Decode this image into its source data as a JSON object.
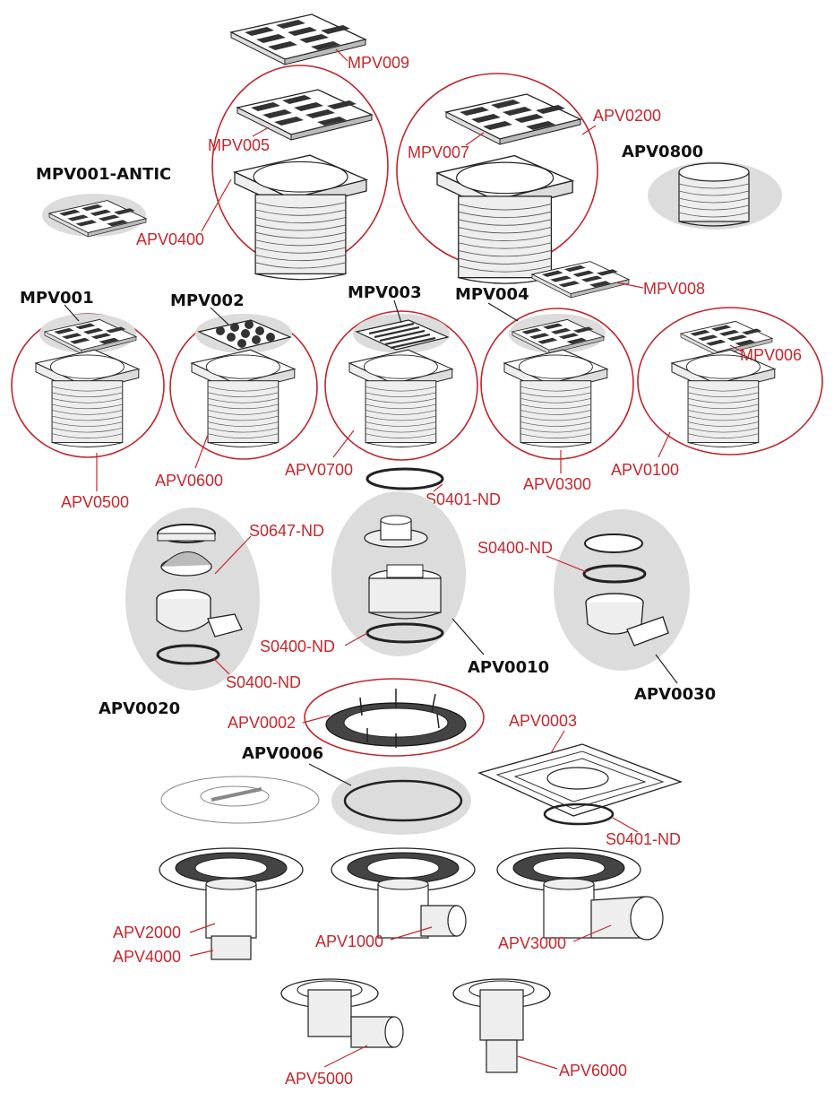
{
  "labels": {
    "mpv009": "MPV009",
    "mpv005": "MPV005",
    "apv0400": "APV0400",
    "mpv007": "MPV007",
    "apv0200": "APV0200",
    "apv0800": "APV0800",
    "mpv001_antic": "MPV001-ANTIC",
    "mpv001": "MPV001",
    "mpv002": "MPV002",
    "mpv003": "MPV003",
    "mpv004": "MPV004",
    "mpv008": "MPV008",
    "mpv006": "MPV006",
    "apv0500": "APV0500",
    "apv0600": "APV0600",
    "apv0700": "APV0700",
    "apv0300": "APV0300",
    "apv0100": "APV0100",
    "s0401_nd_top": "S0401-ND",
    "s0647_nd": "S0647-ND",
    "s0400_nd_left": "S0400-ND",
    "s0400_nd_mid": "S0400-ND",
    "s0400_nd_right": "S0400-ND",
    "apv0020": "APV0020",
    "apv0010": "APV0010",
    "apv0030": "APV0030",
    "apv0002": "APV0002",
    "apv0003": "APV0003",
    "apv0006": "APV0006",
    "s0401_nd_bottom": "S0401-ND",
    "apv2000": "APV2000",
    "apv4000": "APV4000",
    "apv1000": "APV1000",
    "apv3000": "APV3000",
    "apv5000": "APV5000",
    "apv6000": "APV6000"
  },
  "colors": {
    "accent_red": "#c8262c",
    "label_black": "#111111",
    "shade_gray": "#dcdcdc"
  }
}
